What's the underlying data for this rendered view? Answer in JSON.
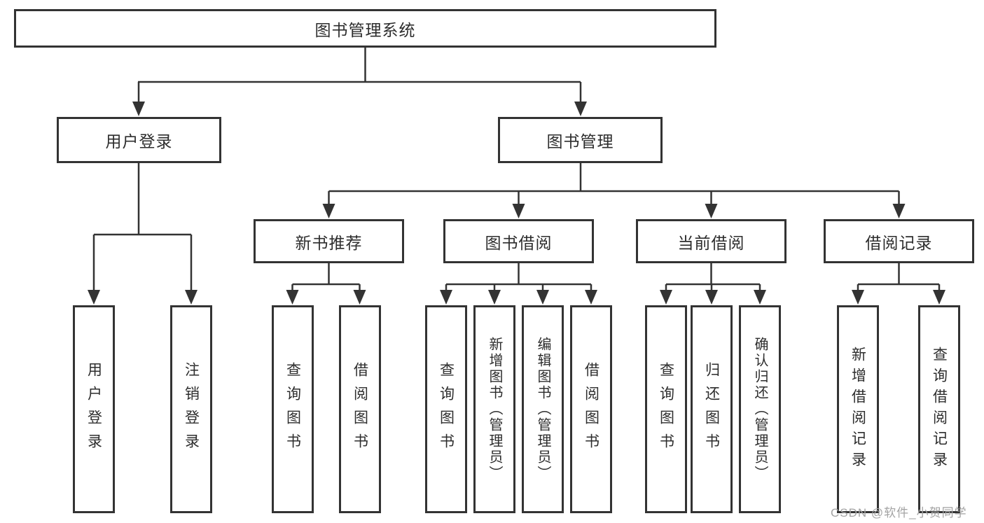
{
  "tree": {
    "label": "图书管理系统",
    "children": [
      {
        "label": "用户登录",
        "children": [
          {
            "label": "用户登录"
          },
          {
            "label": "注销登录"
          }
        ]
      },
      {
        "label": "图书管理",
        "children": [
          {
            "label": "新书推荐",
            "children": [
              {
                "label": "查询图书"
              },
              {
                "label": "借阅图书"
              }
            ]
          },
          {
            "label": "图书借阅",
            "children": [
              {
                "label": "查询图书"
              },
              {
                "label": "新增图书（管理员）"
              },
              {
                "label": "编辑图书（管理员）"
              },
              {
                "label": "借阅图书"
              }
            ]
          },
          {
            "label": "当前借阅",
            "children": [
              {
                "label": "查询图书"
              },
              {
                "label": "归还图书"
              },
              {
                "label": "确认归还（管理员）"
              }
            ]
          },
          {
            "label": "借阅记录",
            "children": [
              {
                "label": "新增借阅记录"
              },
              {
                "label": "查询借阅记录"
              }
            ]
          }
        ]
      }
    ]
  },
  "watermark": "CSDN @软件_小贺同学",
  "colors": {
    "line": "#333333",
    "text": "#2d2d2d",
    "watermark": "#a3a3a3",
    "background": "#ffffff"
  }
}
